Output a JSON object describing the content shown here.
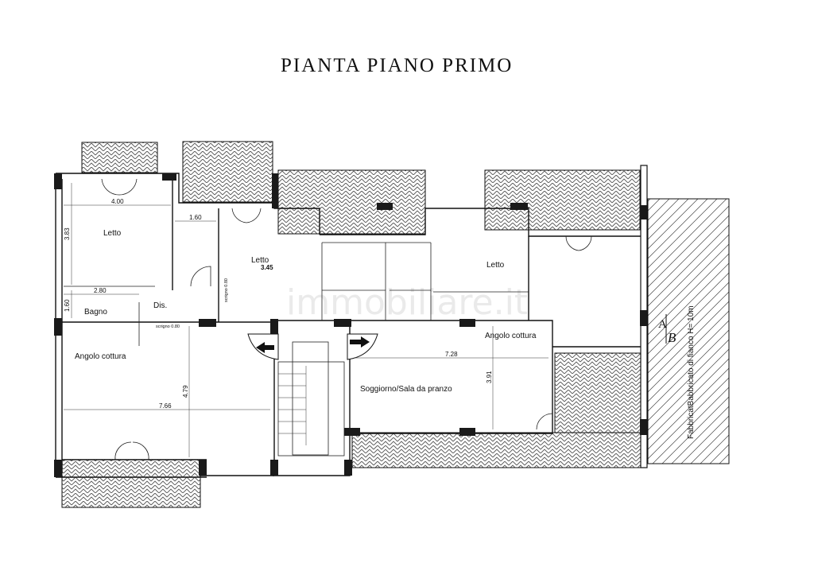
{
  "title": "PIANTA  PIANO  PRIMO",
  "rooms": {
    "letto1": "Letto",
    "letto2": "Letto",
    "letto3": "Letto",
    "bagno": "Bagno",
    "dis": "Dis.",
    "cottura1": "Angolo cottura",
    "cottura2": "Angolo cottura",
    "soggiorno": "Soggiorno/Sala da pranzo"
  },
  "dimensions": {
    "d400": "4.00",
    "d383": "3.83",
    "d160a": "1.60",
    "d160b": "1.60",
    "d280": "2.80",
    "d345": "3.45",
    "d766": "7.66",
    "d479": "4.79",
    "d728": "7.28",
    "d391": "3.91"
  },
  "notes": {
    "scrigno1": "scrigno 0.80",
    "scrigno2": "scrigno 0.80"
  },
  "neighbor": {
    "label": "FabbricatBabbricato di fianco H= 10m",
    "section_a": "A",
    "section_b": "B"
  },
  "watermark": "immobiliare.it"
}
